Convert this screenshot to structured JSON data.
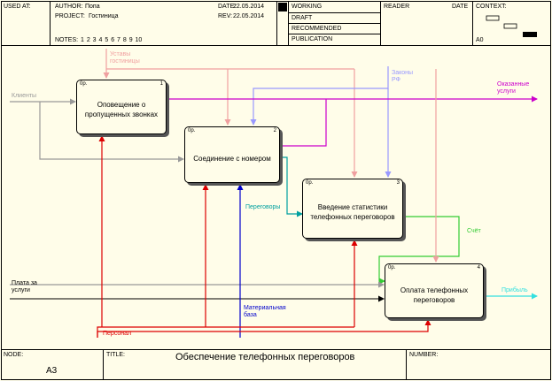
{
  "header": {
    "used_at": "USED AT:",
    "author_label": "AUTHOR:",
    "author_value": "Попа",
    "project_label": "PROJECT:",
    "project_value": "Гостиница",
    "notes_label": "NOTES:",
    "notes_value": "1 2 3 4 5 6 7 8 9 10",
    "date_label": "DATE:",
    "date_value": "22.05.2014",
    "rev_label": "REV:",
    "rev_value": "22.05.2014",
    "status": [
      "WORKING",
      "DRAFT",
      "RECOMMENDED",
      "PUBLICATION"
    ],
    "reader": "READER",
    "reader_date": "DATE",
    "context": "CONTEXT:",
    "node_ref": "A0"
  },
  "boxes": [
    {
      "cost": "0р.",
      "num": "1",
      "label": "Оповещение о\nпропущенных звонках"
    },
    {
      "cost": "0р.",
      "num": "2",
      "label": "Соединение с номером"
    },
    {
      "cost": "0р.",
      "num": "3",
      "label": "Введение статистики\nтелефонных переговоров"
    },
    {
      "cost": "0р.",
      "num": "4",
      "label": "Оплата телефонных\nпереговоров"
    }
  ],
  "arrows": {
    "ustavy": "Уставы\nгостиницы",
    "zakony": "Законы\nРФ",
    "klienty": "Клиенты",
    "okazannye": "Оказанные\nуслуги",
    "peregovory": "Переговоры",
    "schet": "Счёт",
    "plata": "Плата за\nуслуги",
    "pribyl": "Прибыль",
    "material": "Материальная\nбаза",
    "personal": "Персонал"
  },
  "colors": {
    "frame": "#000000",
    "background": "#fffde9",
    "ustavy": "#f0a0a0",
    "zakony": "#9999ff",
    "klienty": "#999999",
    "okazannye": "#cc00cc",
    "peregovory": "#00a0a0",
    "schet": "#33cc33",
    "plata": "#999999",
    "pribyl": "#33e0e0",
    "material": "#0000cc",
    "personal": "#dd0000"
  },
  "footer": {
    "node_label": "NODE:",
    "node_value": "A3",
    "title_label": "TITLE:",
    "title_value": "Обеспечение  телефонных переговоров",
    "number_label": "NUMBER:"
  }
}
